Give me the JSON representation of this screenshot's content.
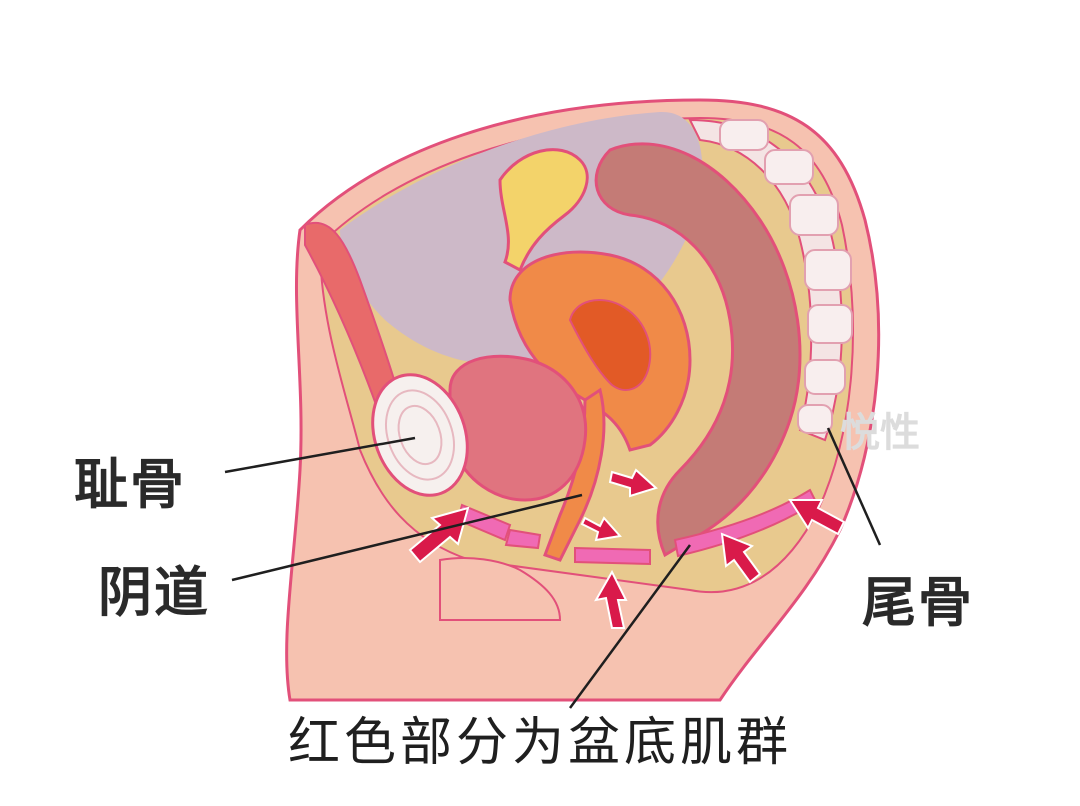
{
  "labels": {
    "pubic_bone": "耻骨",
    "vagina": "阴道",
    "coccyx": "尾骨"
  },
  "caption": "红色部分为盆底肌群",
  "watermark": "悦性",
  "colors": {
    "skin": "#f6c2b0",
    "fat": "#e8c98e",
    "abdomen": "#cdb9c8",
    "uterus": "#f08a48",
    "bladder": "#e0747f",
    "rectum": "#c47b76",
    "ovary": "#f3d36a",
    "outline": "#e2507a",
    "muscle": "#f06ab4",
    "arrow": "#d91a4a"
  }
}
